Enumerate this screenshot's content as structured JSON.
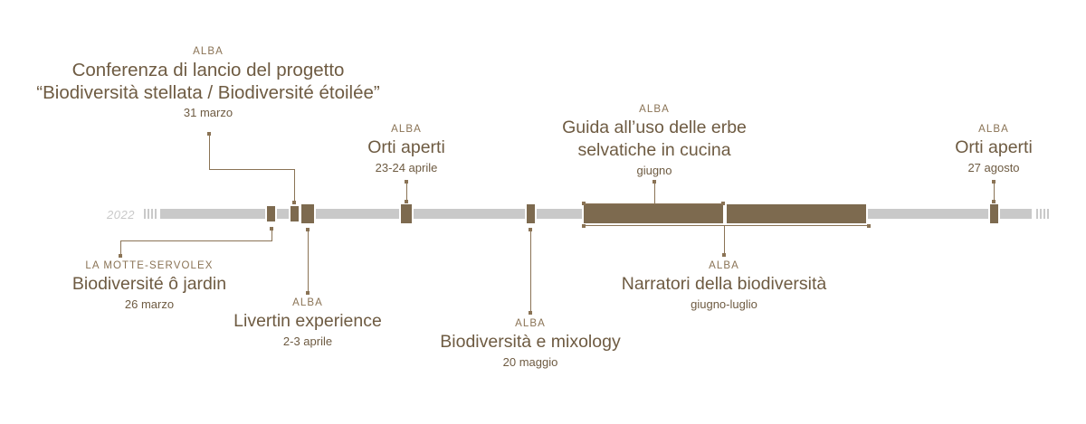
{
  "timeline": {
    "year_label": "2022",
    "accent_color": "#7d6a4f",
    "line_color": "#8a7355",
    "axis_color": "#c9c9c9",
    "text_color": "#6e5b42"
  },
  "events": [
    {
      "id": "biodiversite-o-jardin",
      "place": "LA MOTTE-SERVOLEX",
      "title": "Biodiversité ô jardin",
      "date": "26 marzo",
      "side": "below"
    },
    {
      "id": "conferenza-lancio",
      "place": "ALBA",
      "title_line1": "Conferenza di lancio del progetto",
      "title_line2": "“Biodiversità stellata / Biodiversité étoilée”",
      "date": "31 marzo",
      "side": "above"
    },
    {
      "id": "livertin-experience",
      "place": "ALBA",
      "title": "Livertin experience",
      "date": "2-3 aprile",
      "side": "below"
    },
    {
      "id": "orti-aperti-aprile",
      "place": "ALBA",
      "title": "Orti aperti",
      "date": "23-24 aprile",
      "side": "above"
    },
    {
      "id": "biodiversita-mixology",
      "place": "ALBA",
      "title": "Biodiversità e mixology",
      "date": "20 maggio",
      "side": "below"
    },
    {
      "id": "guida-erbe-selvatiche",
      "place": "ALBA",
      "title_line1": "Guida all’uso delle erbe",
      "title_line2": "selvatiche in cucina",
      "date": "giugno",
      "side": "above"
    },
    {
      "id": "narratori-biodiversita",
      "place": "ALBA",
      "title": "Narratori della biodiversità",
      "date": "giugno-luglio",
      "side": "below"
    },
    {
      "id": "orti-aperti-agosto",
      "place": "ALBA",
      "title": "Orti aperti",
      "date": "27 agosto",
      "side": "above"
    }
  ]
}
